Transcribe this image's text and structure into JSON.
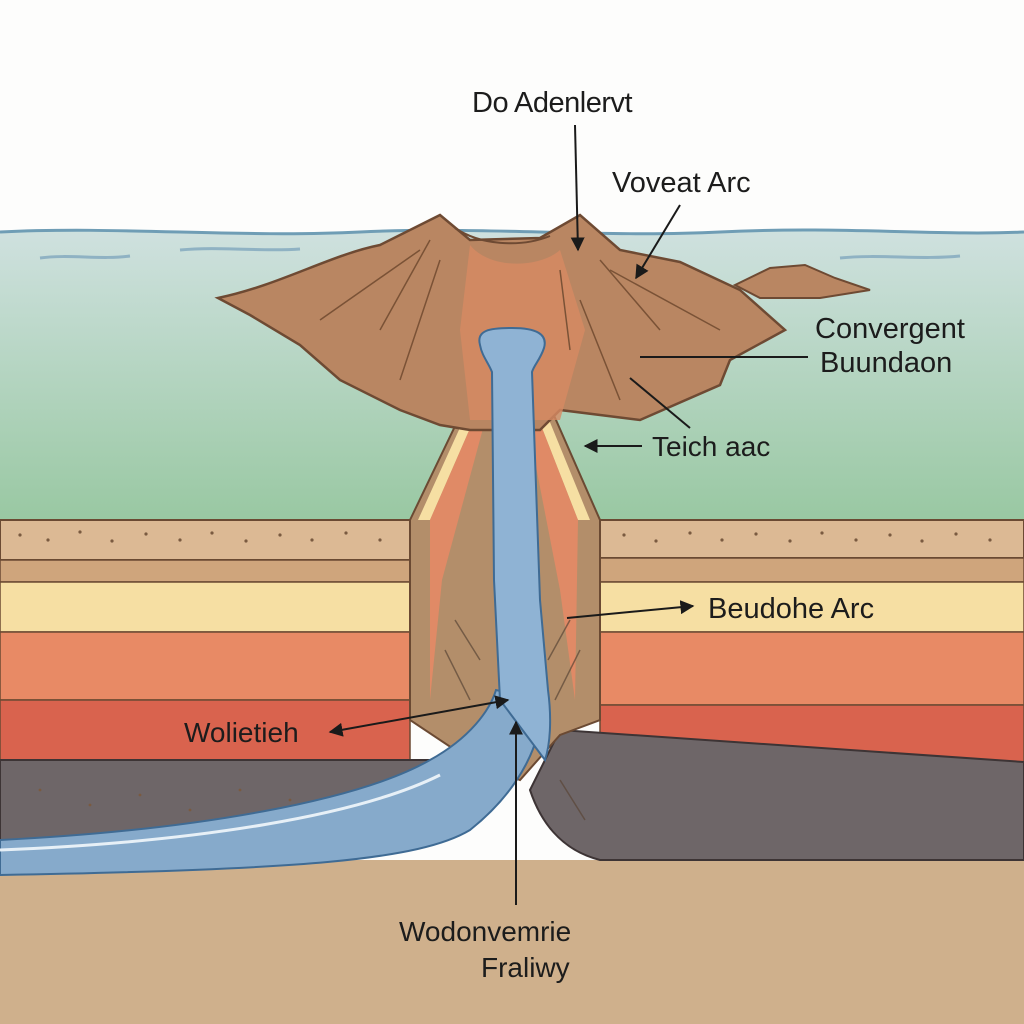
{
  "labels": {
    "top": "Do Adenlervt",
    "volcanic_arc": "Voveat Arc",
    "convergent_line1": "Convergent",
    "convergent_line2": "Buundaon",
    "trench": "Teich aac",
    "back_arc": "Beudohe Arc",
    "slab": "Wolietieh",
    "bottom_line1": "Wodonvemrie",
    "bottom_line2": "Fraliwy"
  },
  "colors": {
    "sky": "#fdfdfc",
    "sea_top": "#c9dedc",
    "sea_bottom": "#9cc9a6",
    "volcano": "#b98662",
    "volcano_dark": "#8a5a3c",
    "magma": "#d78a63",
    "conduit": "#8fb3d4",
    "slab": "#86aacb",
    "sediment": "#d7b28a",
    "layer_tan": "#cfa57c",
    "layer_yellow": "#f6dfa3",
    "layer_orange": "#e88a65",
    "layer_red": "#d9634e",
    "mantle_gray": "#6f6666",
    "deep_tan": "#cfb08c"
  }
}
